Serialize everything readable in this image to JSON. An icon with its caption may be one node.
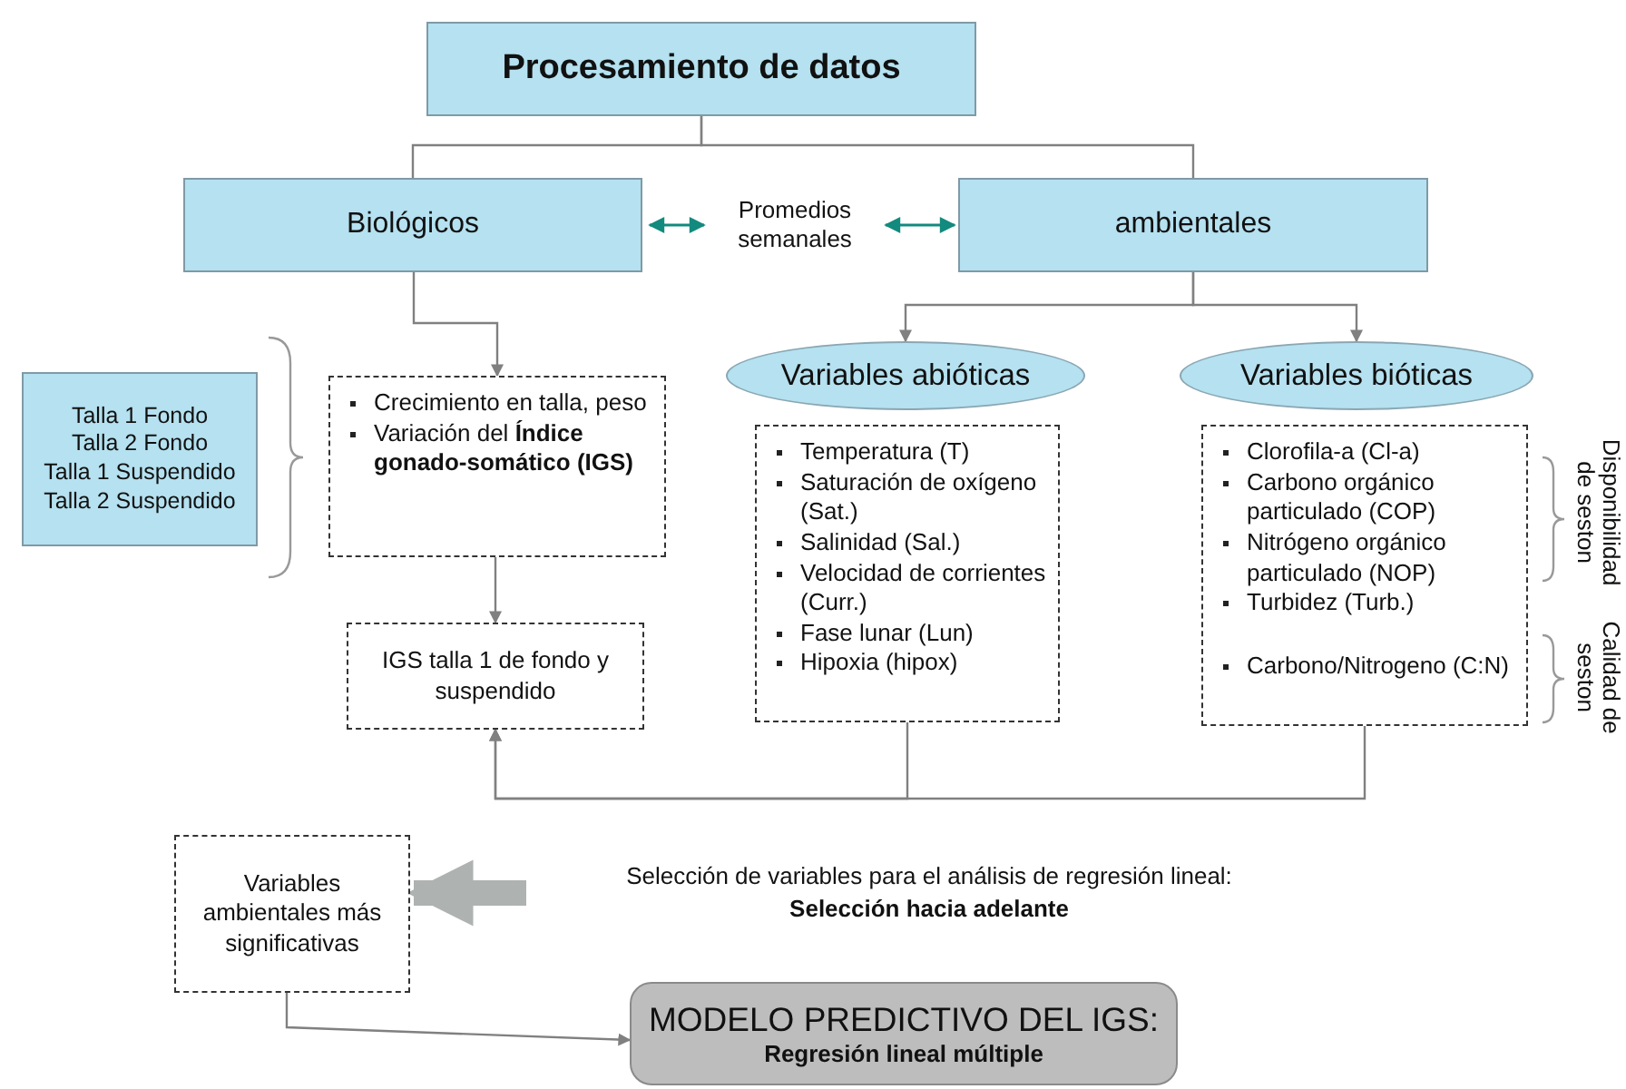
{
  "diagram": {
    "nodes": [
      {
        "text": [
          "Procesamiento de datos"
        ]
      },
      {
        "text": [
          "Biológicos"
        ]
      },
      {
        "text": [
          "Promedios semanales"
        ]
      },
      {
        "text": [
          "ambientales"
        ]
      },
      {
        "text": [
          "Talla 1 Fondo",
          "Talla 2 Fondo",
          "Talla 1 Suspendido",
          "Talla 2 Suspendido"
        ]
      },
      {
        "text": [
          "Crecimiento en talla, peso",
          "Variación del **Índice gonado-somático (IGS)**"
        ]
      },
      {
        "text": [
          "IGS talla 1 de fondo y suspendido"
        ]
      },
      {
        "text": [
          "Variables abióticas"
        ]
      },
      {
        "text": [
          "Variables bióticas"
        ]
      },
      {
        "text": [
          "Temperatura (T)",
          "Saturación de oxígeno (Sat.)",
          "Salinidad (Sal.)",
          "Velocidad de corrientes (Curr.)",
          "Fase lunar (Lun)",
          "Hipoxia (hipox)"
        ]
      },
      {
        "text": [
          "Clorofila-a (Cl-a)",
          "Carbono orgánico particulado (COP)",
          "Nitrógeno orgánico particulado (NOP)",
          "Turbidez (Turb.)",
          "Carbono/Nitrogeno (C:N)"
        ]
      },
      {
        "text": [
          "Selección de variables para el análisis de regresión lineal:",
          "Selección hacia adelante"
        ]
      },
      {
        "text": [
          "Variables ambientales más significativas"
        ]
      },
      {
        "text": [
          "MODELO PREDICTIVO DEL IGS:",
          "Regresión lineal múltiple"
        ]
      }
    ],
    "edges": [
      {
        "from": 0,
        "to": 1,
        "arrow": "none"
      },
      {
        "from": 0,
        "to": 3,
        "arrow": "none"
      },
      {
        "from": 1,
        "to": 2,
        "arrow": "both",
        "color": "#138a7e"
      },
      {
        "from": 2,
        "to": 3,
        "arrow": "both",
        "color": "#138a7e"
      },
      {
        "from": 1,
        "to": 5,
        "arrow": "to"
      },
      {
        "from": 3,
        "to": 7,
        "arrow": "to"
      },
      {
        "from": 3,
        "to": 8,
        "arrow": "to"
      },
      {
        "from": 5,
        "to": 6,
        "arrow": "to"
      },
      {
        "from": 9,
        "to": 6,
        "arrow": "to"
      },
      {
        "from": 10,
        "to": 6,
        "arrow": "to"
      },
      {
        "from": 11,
        "to": 12,
        "arrow": "to",
        "style": "thick"
      },
      {
        "from": 12,
        "to": 13,
        "arrow": "to"
      }
    ],
    "labels": [
      "Disponibilidad de seston",
      "Calidad de seston"
    ]
  }
}
